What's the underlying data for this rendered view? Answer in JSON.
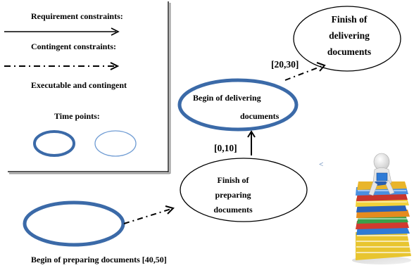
{
  "legend": {
    "requirement_label": "Requirement constraints:",
    "contingent_label": "Contingent constraints:",
    "exec_contingent_label": "Executable and contingent",
    "time_points_label": "Time points:"
  },
  "nodes": {
    "begin_preparing": "Begin of preparing documents [40,50]",
    "finish_preparing": [
      "Finish of",
      "preparing",
      "documents"
    ],
    "begin_delivering": [
      "Begin of delivering",
      "documents"
    ],
    "finish_delivering": [
      "Finish of",
      "delivering",
      "documents"
    ]
  },
  "edges": {
    "prep_to_deliver": "[0,10]",
    "deliver_to_finish": "[20,30]"
  },
  "stray_mark": "<",
  "icons": [
    "document-stack-person-icon"
  ],
  "colors": {
    "node_blue": "#3b6aa8",
    "node_blue_light": "#6e9bd3",
    "text": "#000000"
  }
}
